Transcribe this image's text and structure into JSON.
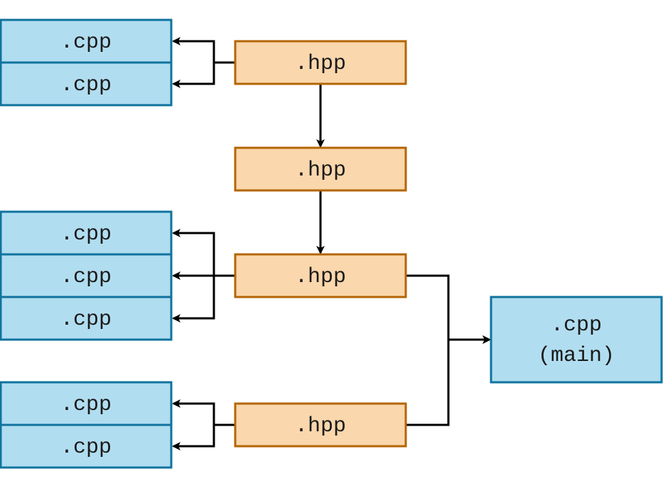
{
  "diagram": {
    "hpp_nodes": [
      {
        "label": ".hpp"
      },
      {
        "label": ".hpp"
      },
      {
        "label": ".hpp"
      },
      {
        "label": ".hpp"
      }
    ],
    "cpp_groups": [
      {
        "items": [
          {
            "label": ".cpp"
          },
          {
            "label": ".cpp"
          }
        ]
      },
      {
        "items": [
          {
            "label": ".cpp"
          },
          {
            "label": ".cpp"
          },
          {
            "label": ".cpp"
          }
        ]
      },
      {
        "items": [
          {
            "label": ".cpp"
          },
          {
            "label": ".cpp"
          }
        ]
      }
    ],
    "main_node": {
      "line1": ".cpp",
      "line2": "(main)"
    },
    "colors": {
      "hpp_fill": "#fad7ac",
      "hpp_stroke": "#b46504",
      "cpp_fill": "#b1ddf0",
      "cpp_stroke": "#10739e",
      "edge": "#000000"
    }
  }
}
